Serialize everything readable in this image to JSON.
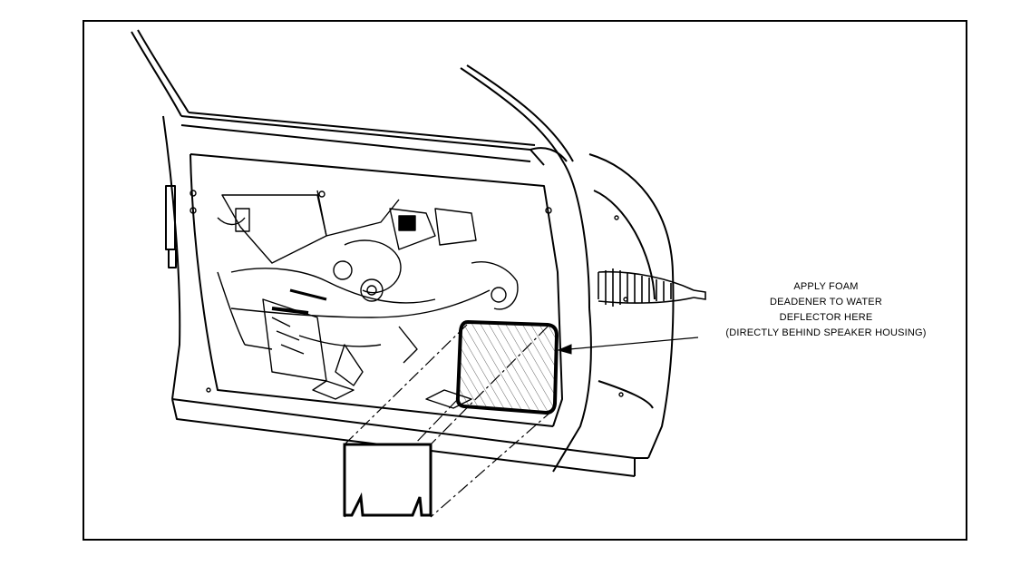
{
  "callout": {
    "line1": "APPLY FOAM",
    "line2": "DEADENER TO WATER",
    "line3": "DEFLECTOR HERE",
    "line4": "(DIRECTLY BEHIND SPEAKER HOUSING)"
  },
  "colors": {
    "ink": "#000000",
    "paper": "#ffffff"
  }
}
